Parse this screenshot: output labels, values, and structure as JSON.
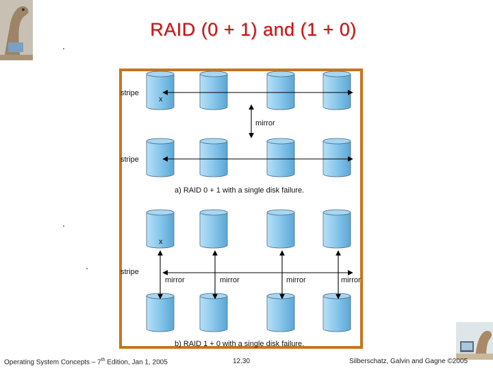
{
  "title": "RAID (0 + 1) and (1 + 0)",
  "diagram": {
    "a": {
      "stripe_top": "stripe",
      "stripe_bottom": "stripe",
      "mirror": "mirror",
      "failure_mark": "x",
      "caption": "a) RAID 0 + 1 with a single disk failure."
    },
    "b": {
      "failure_mark": "x",
      "stripe": "stripe",
      "mirror_labels": [
        "mirror",
        "mirror",
        "mirror",
        "mirror"
      ],
      "caption": "b) RAID 1 + 0 with a single disk failure."
    }
  },
  "footer": {
    "left_pre": "Operating System Concepts – 7",
    "left_sup": "th",
    "left_post": " Edition, Jan 1, 2005",
    "page": "12.30",
    "right": "Silberschatz, Galvin and Gagne ©2005"
  },
  "colors": {
    "frame": "#c8741a",
    "disk_fill": "#8cc9ec",
    "disk_stroke": "#4a6c86",
    "title": "#cc1111"
  }
}
